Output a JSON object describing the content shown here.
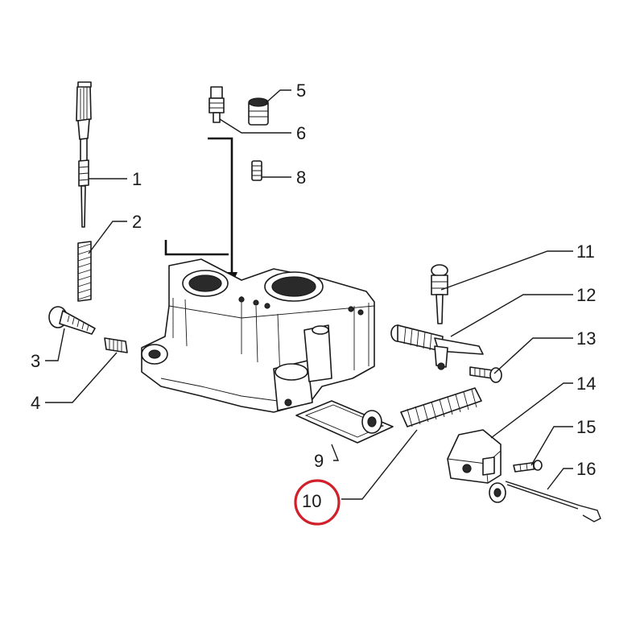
{
  "callouts": {
    "c1": "1",
    "c2": "2",
    "c3": "3",
    "c4": "4",
    "c5": "5",
    "c6": "6",
    "c8": "8",
    "c9": "9",
    "c10": "10",
    "c11": "11",
    "c12": "12",
    "c13": "13",
    "c14": "14",
    "c15": "15",
    "c16": "16"
  },
  "highlight": {
    "part": "10",
    "color": "#d0202a"
  },
  "colors": {
    "ink": "#1a1a1a",
    "background": "#ffffff"
  }
}
